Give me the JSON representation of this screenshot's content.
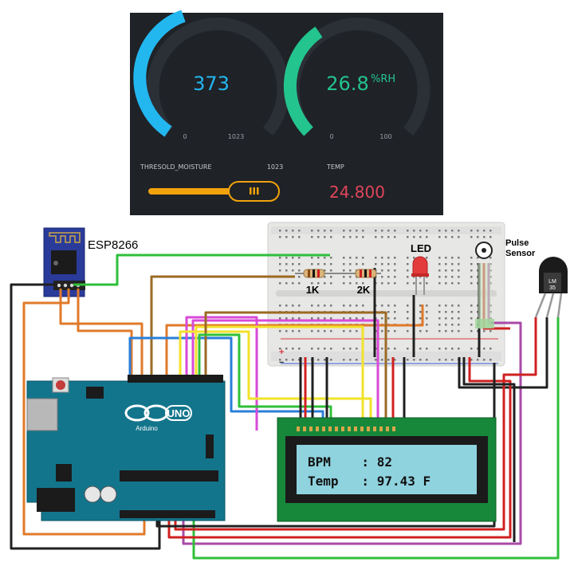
{
  "dashboard": {
    "gauge_moisture": {
      "value": "373",
      "min": "0",
      "max": "1023",
      "fill_fraction": 0.36,
      "color": "#23b7f0"
    },
    "gauge_humidity": {
      "value": "26.8",
      "unit": "%RH",
      "min": "0",
      "max": "100",
      "fill_fraction": 0.27,
      "color": "#23c48e"
    },
    "slider": {
      "label": "THRESOLD_MOISTURE",
      "value": "1023",
      "fill_fraction": 1.0,
      "color": "#f2a20c"
    },
    "temp": {
      "label": "TEMP",
      "value": "24.800",
      "color": "#e0455b"
    },
    "background": "#1f2227"
  },
  "modules": {
    "esp_label": "ESP8266",
    "pulse_label": "Pulse\nSensor",
    "pulse_line1": "Pulse",
    "pulse_line2": "Sensor",
    "led_label": "LED",
    "r1_label": "1K",
    "r2_label": "2K",
    "lm_line1": "LM",
    "lm_line2": "35",
    "arduino_logo": "UNO",
    "arduino_brand": "Arduino"
  },
  "lcd": {
    "line1": "BPM    : 82",
    "line2": "Temp   : 97.43 F",
    "background": "#8fd3df"
  }
}
